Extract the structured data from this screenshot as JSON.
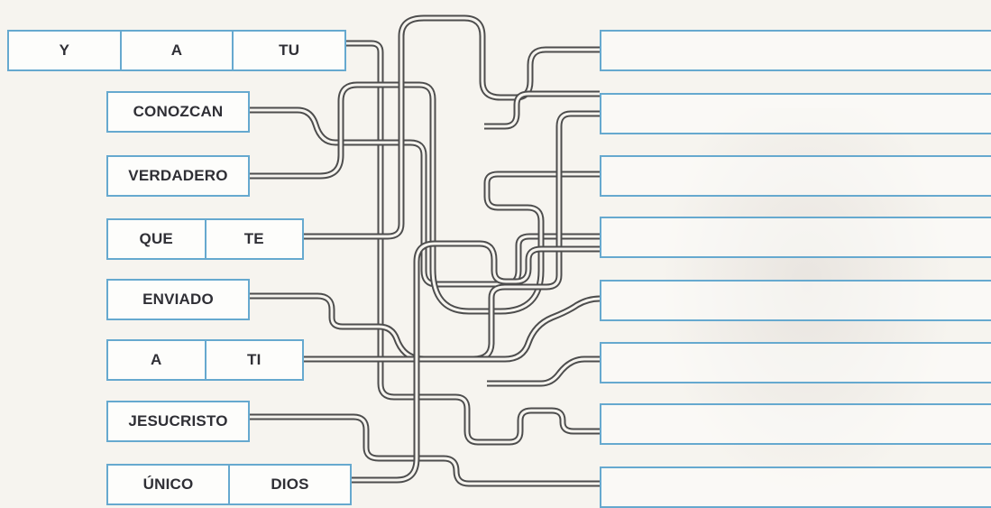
{
  "word_boxes": [
    {
      "id": "row-1",
      "words": [
        "Y",
        "A",
        "TU"
      ]
    },
    {
      "id": "row-2",
      "words": [
        "CONOZCAN"
      ]
    },
    {
      "id": "row-3",
      "words": [
        "VERDADERO"
      ]
    },
    {
      "id": "row-4",
      "words": [
        "QUE",
        "TE"
      ]
    },
    {
      "id": "row-5",
      "words": [
        "ENVIADO"
      ]
    },
    {
      "id": "row-6",
      "words": [
        "A",
        "TI"
      ]
    },
    {
      "id": "row-7",
      "words": [
        "JESUCRISTO"
      ]
    },
    {
      "id": "row-8",
      "words": [
        "ÚNICO",
        "DIOS"
      ]
    }
  ],
  "answer_lines": [
    "",
    "",
    "",
    "",
    "",
    "",
    "",
    ""
  ],
  "colors": {
    "accent_blue": "#66a9cf",
    "maze_line": "#4d4d4d",
    "paper": "#f6f4ef"
  }
}
